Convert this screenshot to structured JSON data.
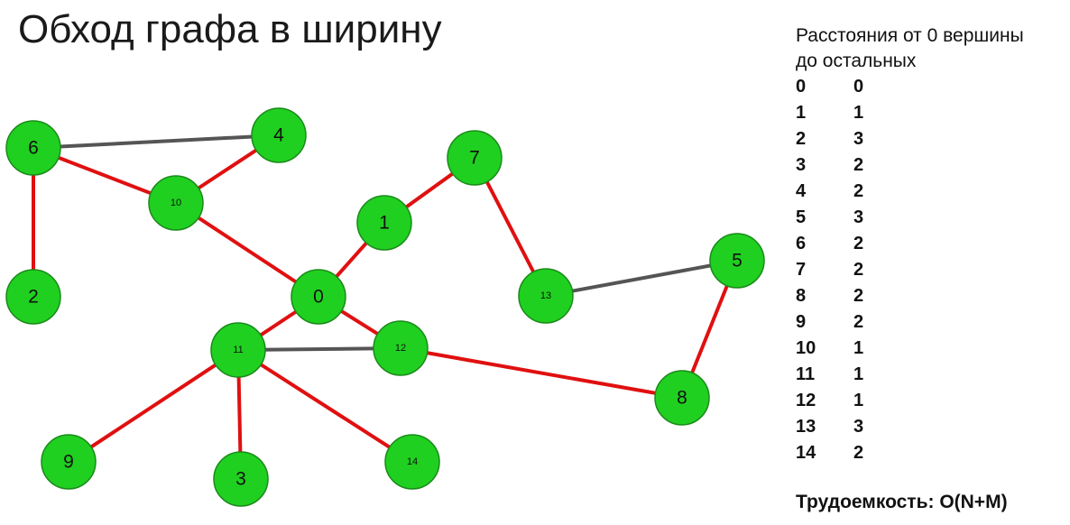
{
  "title": "Обход графа в ширину",
  "distance_panel": {
    "heading_line1": "Расстояния от 0 вершины",
    "heading_line2": "до остальных",
    "rows": [
      {
        "vertex": "0",
        "distance": "0"
      },
      {
        "vertex": "1",
        "distance": "1"
      },
      {
        "vertex": "2",
        "distance": "3"
      },
      {
        "vertex": "3",
        "distance": "2"
      },
      {
        "vertex": "4",
        "distance": "2"
      },
      {
        "vertex": "5",
        "distance": "3"
      },
      {
        "vertex": "6",
        "distance": "2"
      },
      {
        "vertex": "7",
        "distance": "2"
      },
      {
        "vertex": "8",
        "distance": "2"
      },
      {
        "vertex": "9",
        "distance": "2"
      },
      {
        "vertex": "10",
        "distance": "1"
      },
      {
        "vertex": "11",
        "distance": "1"
      },
      {
        "vertex": "12",
        "distance": "1"
      },
      {
        "vertex": "13",
        "distance": "3"
      },
      {
        "vertex": "14",
        "distance": "2"
      }
    ]
  },
  "complexity": "Трудоемкость: O(N+M)",
  "graph": {
    "node_color": "#20d020",
    "tree_edge_color": "#e01010",
    "other_edge_color": "#555555",
    "nodes": [
      "0",
      "1",
      "2",
      "3",
      "4",
      "5",
      "6",
      "7",
      "8",
      "9",
      "10",
      "11",
      "12",
      "13",
      "14"
    ],
    "tree_edges": [
      [
        "0",
        "1"
      ],
      [
        "1",
        "7"
      ],
      [
        "7",
        "13"
      ],
      [
        "0",
        "10"
      ],
      [
        "10",
        "4"
      ],
      [
        "10",
        "6"
      ],
      [
        "6",
        "2"
      ],
      [
        "0",
        "11"
      ],
      [
        "11",
        "9"
      ],
      [
        "11",
        "3"
      ],
      [
        "11",
        "14"
      ],
      [
        "0",
        "12"
      ],
      [
        "12",
        "8"
      ],
      [
        "8",
        "5"
      ]
    ],
    "other_edges": [
      [
        "6",
        "4"
      ],
      [
        "13",
        "5"
      ],
      [
        "11",
        "12"
      ]
    ]
  }
}
